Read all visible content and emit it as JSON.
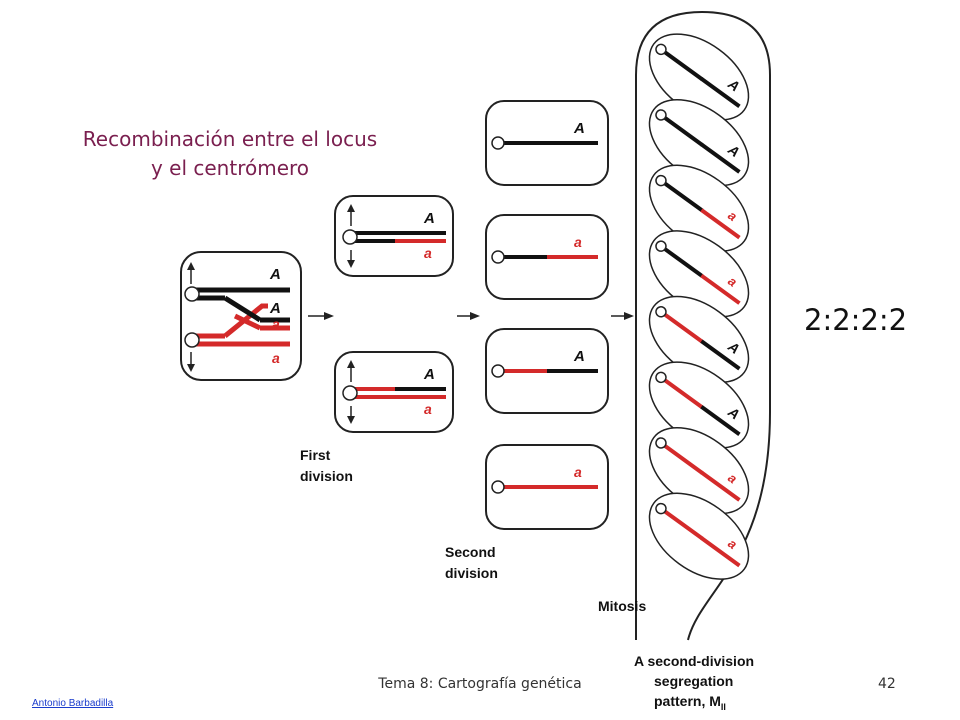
{
  "title": {
    "line1": "Recombinación entre el locus",
    "line2": "y el centrómero"
  },
  "ratio_label": "2:2:2:2",
  "figure": {
    "allele_dominant": "A",
    "allele_recessive": "a",
    "first_division": [
      "First",
      "division"
    ],
    "second_division": [
      "Second",
      "division"
    ],
    "mitosis": "Mitosis",
    "caption": [
      "A second-division",
      "segregation",
      "pattern, M",
      "II"
    ],
    "colors": {
      "dark": "#111111",
      "red": "#d42a2a",
      "outline": "#222222"
    },
    "stage1": {
      "chromatids": [
        {
          "left": "dark",
          "right": "dark",
          "label": "A"
        },
        {
          "left": "dark",
          "right": "dark",
          "label": "A"
        },
        {
          "left": "red",
          "right": "red",
          "label": "a"
        },
        {
          "left": "red",
          "right": "red",
          "label": "a"
        }
      ]
    },
    "stage2": [
      {
        "chromatids": [
          {
            "left": "dark",
            "right": "dark",
            "label": "A"
          },
          {
            "left": "dark",
            "right": "red",
            "label": "a"
          }
        ]
      },
      {
        "chromatids": [
          {
            "left": "red",
            "right": "dark",
            "label": "A"
          },
          {
            "left": "red",
            "right": "red",
            "label": "a"
          }
        ]
      }
    ],
    "stage3": [
      {
        "left": "dark",
        "right": "dark",
        "label": "A"
      },
      {
        "left": "dark",
        "right": "red",
        "label": "a"
      },
      {
        "left": "red",
        "right": "dark",
        "label": "A"
      },
      {
        "left": "red",
        "right": "red",
        "label": "a"
      }
    ],
    "ascus_spores": [
      {
        "left": "dark",
        "right": "dark",
        "label": "A"
      },
      {
        "left": "dark",
        "right": "dark",
        "label": "A"
      },
      {
        "left": "dark",
        "right": "red",
        "label": "a"
      },
      {
        "left": "dark",
        "right": "red",
        "label": "a"
      },
      {
        "left": "red",
        "right": "dark",
        "label": "A"
      },
      {
        "left": "red",
        "right": "dark",
        "label": "A"
      },
      {
        "left": "red",
        "right": "red",
        "label": "a"
      },
      {
        "left": "red",
        "right": "red",
        "label": "a"
      }
    ]
  },
  "footer": {
    "center": "Tema 8: Cartografía genética",
    "page": "42",
    "author": "Antonio Barbadilla"
  }
}
